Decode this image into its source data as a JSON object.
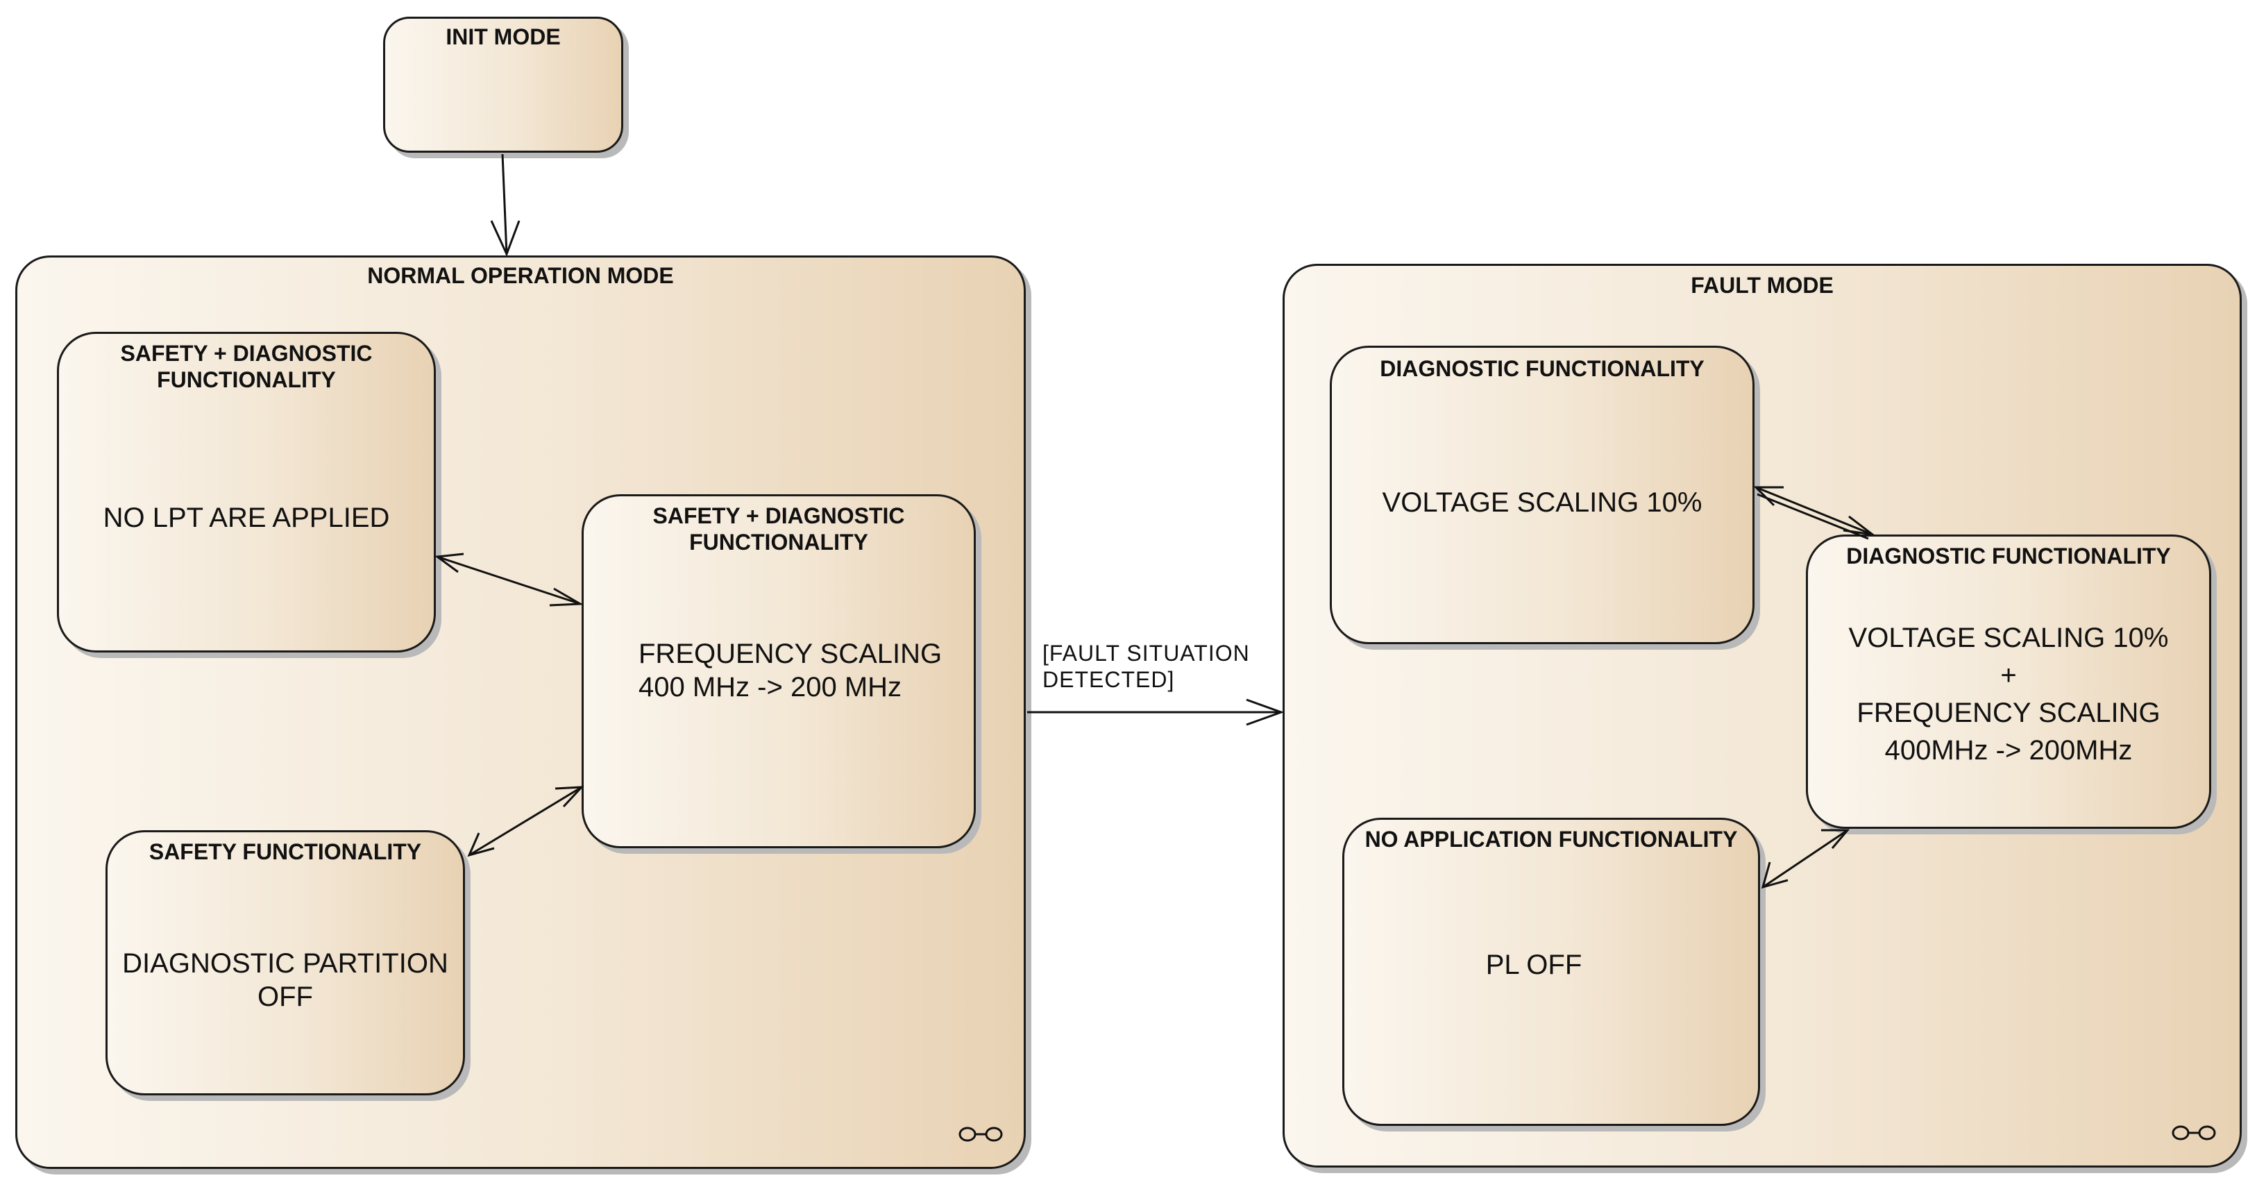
{
  "diagram": {
    "init": {
      "title": "INIT MODE"
    },
    "normal": {
      "title": "NORMAL OPERATION MODE",
      "states": [
        {
          "title": "SAFETY + DIAGNOSTIC\nFUNCTIONALITY",
          "content": "NO LPT ARE APPLIED"
        },
        {
          "title": "SAFETY + DIAGNOSTIC\nFUNCTIONALITY",
          "content": "FREQUENCY SCALING\n400 MHz -> 200 MHz"
        },
        {
          "title": "SAFETY  FUNCTIONALITY",
          "content": "DIAGNOSTIC PARTITION OFF"
        }
      ]
    },
    "fault": {
      "title": "FAULT MODE",
      "states": [
        {
          "title": "DIAGNOSTIC FUNCTIONALITY",
          "content": "VOLTAGE SCALING 10%"
        },
        {
          "title": "DIAGNOSTIC FUNCTIONALITY",
          "content": "VOLTAGE SCALING   10%\n+\nFREQUENCY SCALING\n400MHz -> 200MHz"
        },
        {
          "title": "NO APPLICATION FUNCTIONALITY",
          "content": "PL OFF"
        }
      ]
    },
    "transition_guard": "[FAULT SITUATION\nDETECTED]"
  }
}
